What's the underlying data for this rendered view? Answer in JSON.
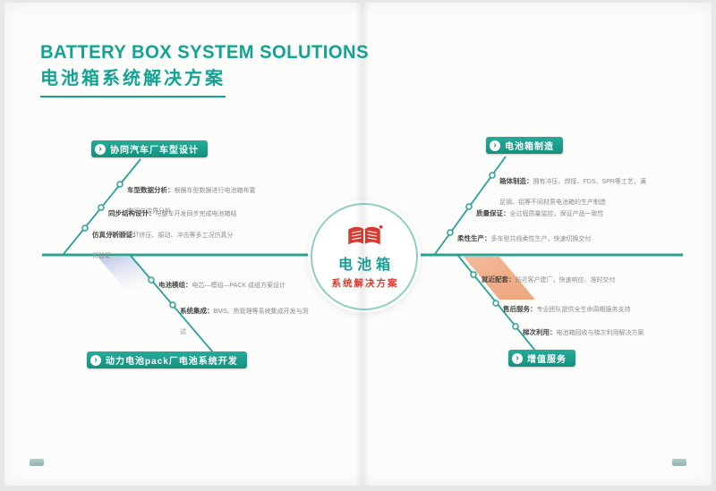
{
  "colors": {
    "teal": "#16a292",
    "red": "#d6392e",
    "blue_fade": "#b3bde4",
    "orange": "#ea9465"
  },
  "header": {
    "title_en": "BATTERY BOX SYSTEM SOLUTIONS",
    "title_zh": "电池箱系统解决方案"
  },
  "center": {
    "logo_icon": "red-open-book-logo",
    "line1": "电池箱",
    "line2": "系统解决方案"
  },
  "badge_icon_glyph": "›",
  "branches": [
    {
      "id": "vehicle-design",
      "label": "协同汽车厂车型设计",
      "notes": [
        {
          "title": "车型数据分析：",
          "body": "根据车型数据进行电池箱布置空间与边界分析"
        },
        {
          "title": "同步结构设计：",
          "body": "与整车开发同步完成电池箱结构方案设计"
        },
        {
          "title": "仿真分析验证：",
          "body": "挤压、振动、冲击等多工况仿真分析验证"
        }
      ]
    },
    {
      "id": "box-manufacturing",
      "label": "电池箱制造",
      "notes": [
        {
          "title": "箱体制造：",
          "body": "拥有冲压、焊接、FDS、SPR等工艺，满足钢、铝等不同材质电池箱的生产制造"
        },
        {
          "title": "质量保证：",
          "body": "全过程质量监控，保证产品一致性"
        },
        {
          "title": "柔性生产：",
          "body": "多车型共线柔性生产，快速切换交付"
        }
      ]
    },
    {
      "id": "pack-development",
      "label": "动力电池pack厂电池系统开发",
      "notes": [
        {
          "title": "电池模组：",
          "body": "电芯—模组—PACK 成组方案设计"
        },
        {
          "title": "系统集成：",
          "body": "BMS、热管理等系统集成开发与测试"
        }
      ]
    },
    {
      "id": "value-added-service",
      "label": "增值服务",
      "notes": [
        {
          "title": "就近配套：",
          "body": "贴近客户建厂，快速响应、准时交付"
        },
        {
          "title": "售后服务：",
          "body": "专业团队提供全生命周期服务支持"
        },
        {
          "title": "梯次利用：",
          "body": "电池箱回收与梯次利用解决方案"
        }
      ]
    }
  ]
}
